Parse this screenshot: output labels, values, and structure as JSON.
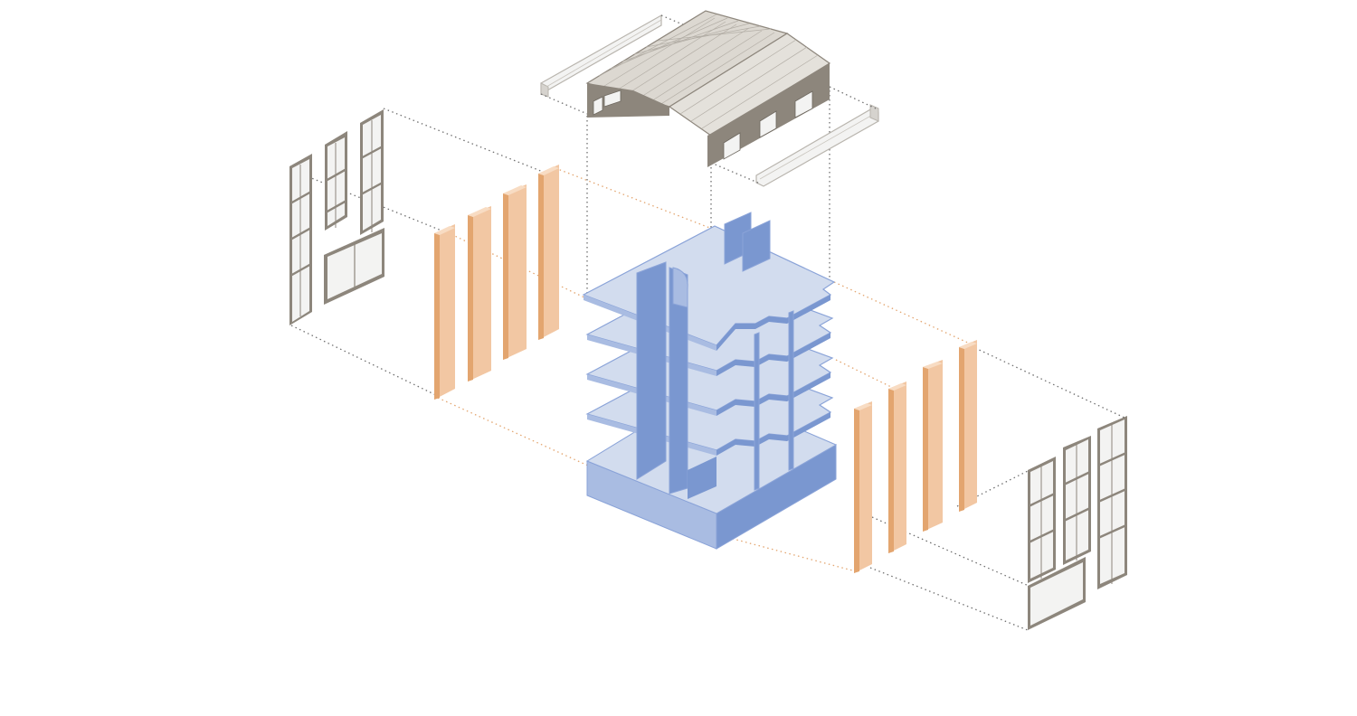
{
  "colors": {
    "background": "#ffffff",
    "concrete_top": "#d2dcee",
    "concrete_front": "#a9bce2",
    "concrete_side": "#7a97d0",
    "concrete_edge": "#8aa3d8",
    "timber_front": "#f2c7a3",
    "timber_side": "#e3a56f",
    "timber_top": "#f8dcc3",
    "roof_light": "#dcd8d1",
    "roof_dark": "#8d867c",
    "roof_line": "#a9a49c",
    "glass": "#f3f3f2",
    "frame": "#8d867c",
    "guide_grey": "#6f6f6f",
    "guide_orange": "#e3a56f"
  },
  "components": [
    "roof-module",
    "left-facade-panels",
    "left-timber-columns",
    "concrete-core",
    "right-timber-columns",
    "right-facade-panels"
  ]
}
